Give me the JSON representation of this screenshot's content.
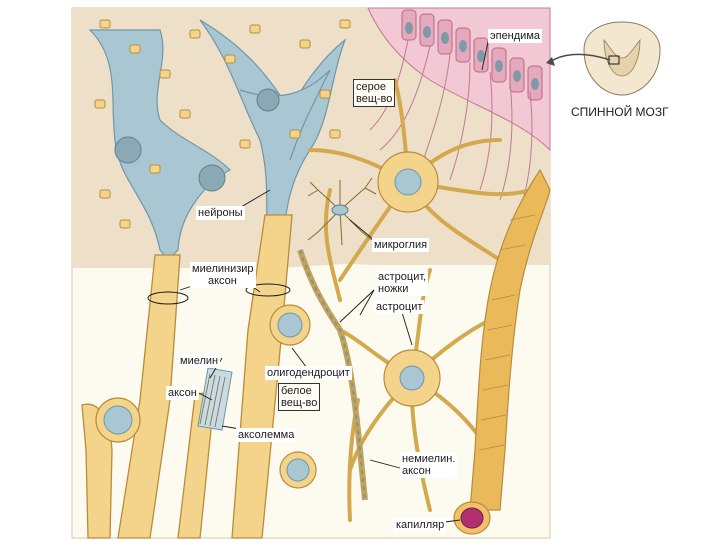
{
  "labels": {
    "ependyma": "эпендима",
    "gray_matter_l1": "серое",
    "gray_matter_l2": "вещ-во",
    "spinal_cord": "СПИННОЙ МОЗГ",
    "neurons": "нейроны",
    "microglia": "микроглия",
    "myelinated_axon_l1": "миелинизир",
    "myelinated_axon_l2": "аксон",
    "astrocyte_feet_l1": "астроцит,",
    "astrocyte_feet_l2": "ножки",
    "astrocyte": "астроцит",
    "myelin": "миелин",
    "oligodendrocyte": "олигодендроцит",
    "axon": "аксон",
    "white_matter_l1": "белое",
    "white_matter_l2": "вещ-во",
    "axolemma": "аксолемма",
    "unmyelinated_axon_l1": "немиелин.",
    "unmyelinated_axon_l2": "аксон",
    "capillary": "капилляр"
  },
  "colors": {
    "gray_matter_bg": "#eedfc8",
    "white_matter_bg": "#fdfaf0",
    "neuron_blue": "#a9c7d3",
    "glia_yellow": "#f3d48a",
    "glia_outline": "#b98c3c",
    "nucleus": "#8aa9b4",
    "ependyma_pink": "#e6a8bd",
    "capillary": "#e9b95a"
  }
}
